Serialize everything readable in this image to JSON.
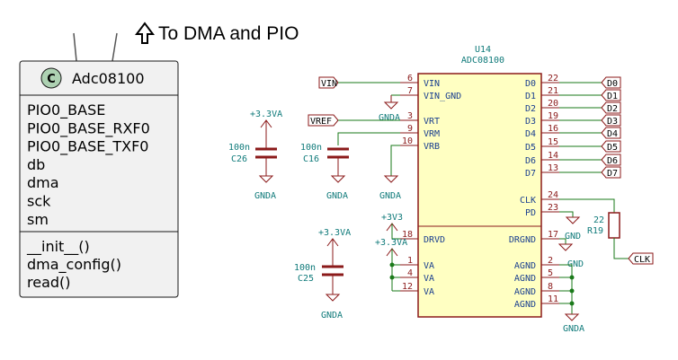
{
  "note": {
    "text": "To DMA and PIO"
  },
  "uml": {
    "stereotype": "C",
    "class_name": "Adc08100",
    "fields": [
      "PIO0_BASE",
      "PIO0_BASE_RXF0",
      "PIO0_BASE_TXF0",
      "db",
      "dma",
      "sck",
      "sm"
    ],
    "methods": [
      "__init__()",
      "dma_config()",
      "read()"
    ]
  },
  "schematic": {
    "ic": {
      "ref": "U14",
      "value": "ADC08100",
      "left_pins_top": [
        {
          "num": "6",
          "name": "VIN"
        },
        {
          "num": "7",
          "name": "VIN_GND"
        },
        {
          "num": "3",
          "name": "VRT"
        },
        {
          "num": "9",
          "name": "VRM"
        },
        {
          "num": "10",
          "name": "VRB"
        }
      ],
      "right_pins_top": [
        {
          "num": "22",
          "name": "D0"
        },
        {
          "num": "21",
          "name": "D1"
        },
        {
          "num": "20",
          "name": "D2"
        },
        {
          "num": "19",
          "name": "D3"
        },
        {
          "num": "16",
          "name": "D4"
        },
        {
          "num": "15",
          "name": "D5"
        },
        {
          "num": "14",
          "name": "D6"
        },
        {
          "num": "13",
          "name": "D7"
        },
        {
          "num": "24",
          "name": "CLK"
        },
        {
          "num": "23",
          "name": "PD"
        }
      ],
      "left_pins_bottom": [
        {
          "num": "18",
          "name": "DRVD"
        },
        {
          "num": "1",
          "name": "VA"
        },
        {
          "num": "4",
          "name": "VA"
        },
        {
          "num": "12",
          "name": "VA"
        }
      ],
      "right_pins_bottom": [
        {
          "num": "17",
          "name": "DRGND"
        },
        {
          "num": "2",
          "name": "AGND"
        },
        {
          "num": "5",
          "name": "AGND"
        },
        {
          "num": "8",
          "name": "AGND"
        },
        {
          "num": "11",
          "name": "AGND"
        }
      ]
    },
    "data_labels": [
      "D0",
      "D1",
      "D2",
      "D3",
      "D4",
      "D5",
      "D6",
      "D7"
    ],
    "vin_label": "VIN",
    "vref_label": "VREF",
    "clk_label": "CLK",
    "gnda": "GNDA",
    "gnd": "GND",
    "v33a": "+3.3VA",
    "v3v3": "+3V3",
    "c26": {
      "value": "100n",
      "ref": "C26"
    },
    "c16": {
      "value": "100n",
      "ref": "C16"
    },
    "c25": {
      "value": "100n",
      "ref": "C25"
    },
    "r19": {
      "value": "22",
      "ref": "R19"
    }
  }
}
